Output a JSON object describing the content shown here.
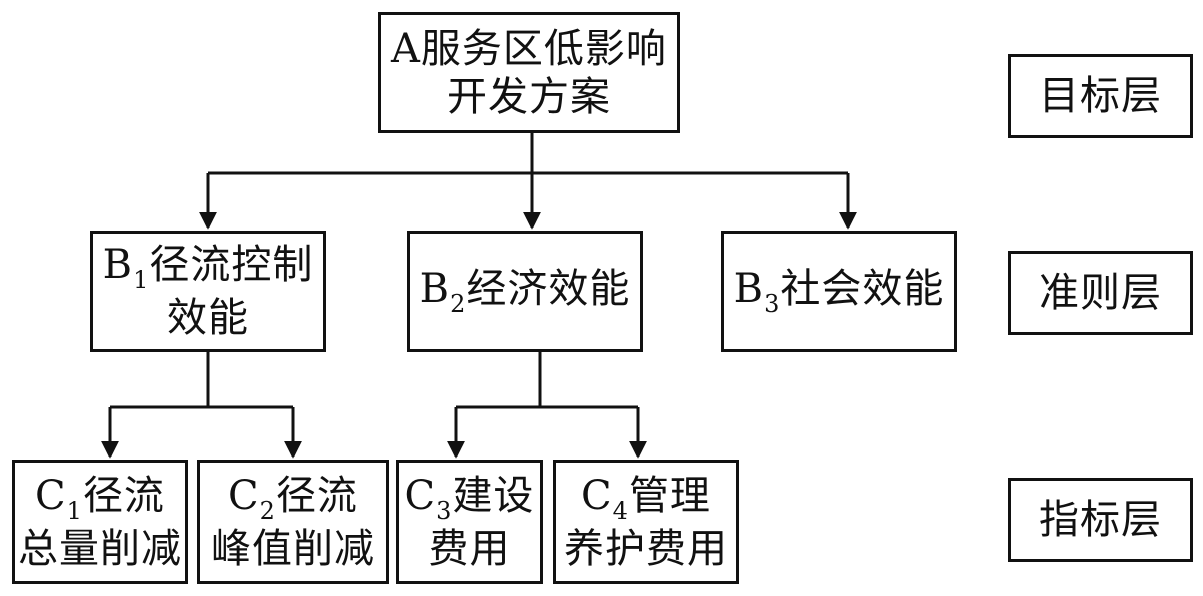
{
  "root": {
    "lines": [
      "A服务区低影响",
      "开发方案"
    ]
  },
  "criteria": [
    {
      "letter": "B",
      "sub": "1",
      "line1": "径流控制",
      "line2": "效能"
    },
    {
      "letter": "B",
      "sub": "2",
      "line1": "经济效能",
      "line2": ""
    },
    {
      "letter": "B",
      "sub": "3",
      "line1": "社会效能",
      "line2": ""
    }
  ],
  "indicators": [
    {
      "letter": "C",
      "sub": "1",
      "line1": "径流",
      "line2": "总量削减"
    },
    {
      "letter": "C",
      "sub": "2",
      "line1": "径流",
      "line2": "峰值削减"
    },
    {
      "letter": "C",
      "sub": "3",
      "line1": "建设",
      "line2": "费用"
    },
    {
      "letter": "C",
      "sub": "4",
      "line1": "管理",
      "line2": "养护费用"
    }
  ],
  "layers": [
    "目标层",
    "准则层",
    "指标层"
  ]
}
